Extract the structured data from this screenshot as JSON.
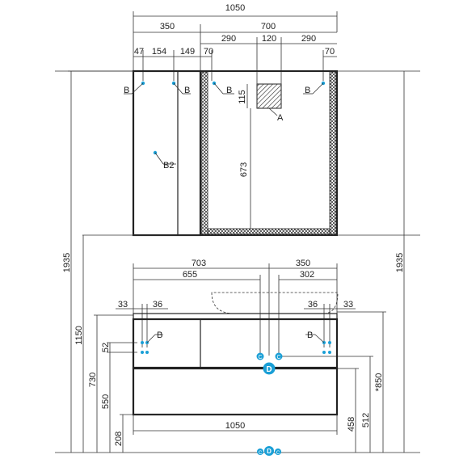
{
  "top_view": {
    "width_total": "1050",
    "left_width": "350",
    "right_width": "700",
    "seg_290_left": "290",
    "seg_120": "120",
    "seg_290_right": "290",
    "seg_47": "47",
    "seg_154": "154",
    "seg_149": "149",
    "seg_70_left": "70",
    "seg_70_right": "70",
    "dim_115": "115",
    "dim_673": "673",
    "labels": {
      "b1": "B",
      "b2": "B",
      "b3": "B",
      "b4": "B",
      "b_two": "B2",
      "a": "A"
    }
  },
  "heights": {
    "h1935_left": "1935",
    "h1935_right": "1935",
    "h1150": "1150",
    "h730": "730",
    "h550": "550",
    "h52": "52",
    "h208": "208",
    "h458": "458",
    "h512": "512",
    "h850": "*850"
  },
  "bottom_view": {
    "w703": "703",
    "w350": "350",
    "w655": "655",
    "w302": "302",
    "w33_left": "33",
    "w36_left": "36",
    "w36_right": "36",
    "w33_right": "33",
    "w1050": "1050",
    "labels": {
      "b_left": "B",
      "b_right": "B",
      "c_left": "C",
      "c_right": "C",
      "d": "D",
      "floor_c1": "C",
      "floor_d": "D",
      "floor_c2": "C"
    }
  },
  "colors": {
    "accent": "#1a9fd6",
    "line": "#222222"
  }
}
